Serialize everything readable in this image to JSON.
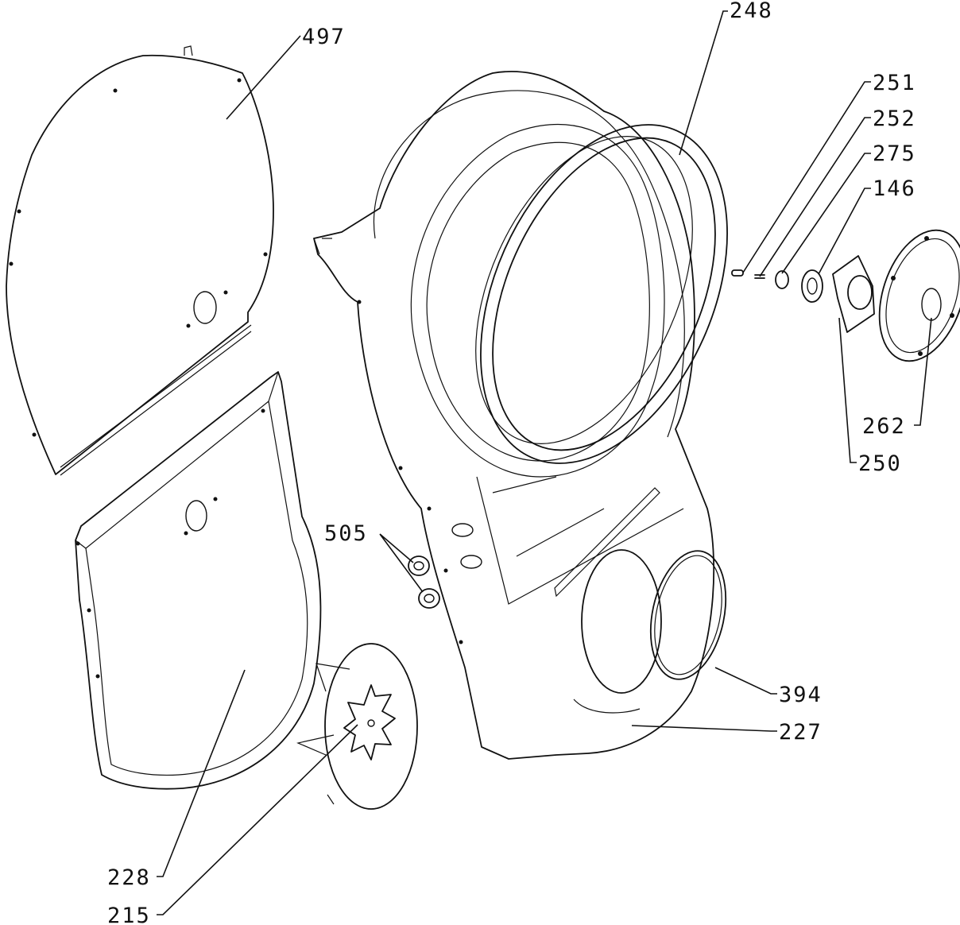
{
  "diagram": {
    "callouts": {
      "c497": "497",
      "c248": "248",
      "c251": "251",
      "c252": "252",
      "c275": "275",
      "c146": "146",
      "c262": "262",
      "c250": "250",
      "c505": "505",
      "c394": "394",
      "c227": "227",
      "c228": "228",
      "c215": "215"
    }
  }
}
